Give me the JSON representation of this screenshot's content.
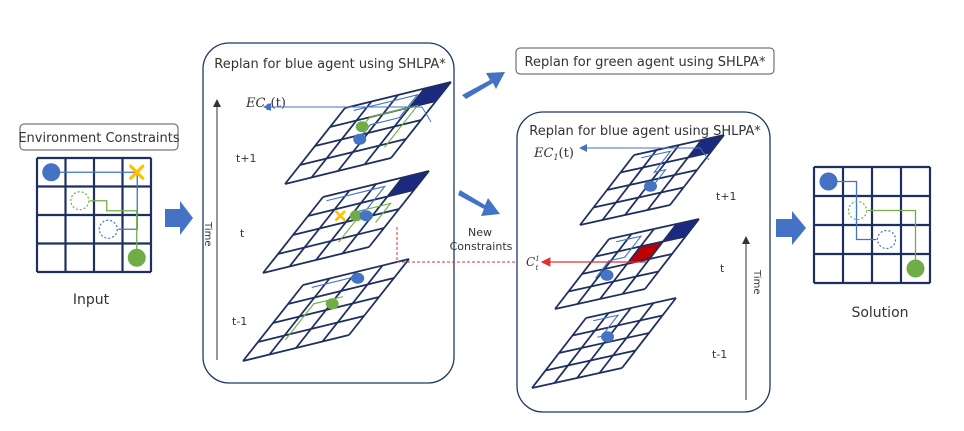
{
  "input": {
    "header": "Environment Constraints",
    "caption": "Input"
  },
  "panel_left": {
    "title": "Replan for blue agent using SHLPA*",
    "ec_main": "EC",
    "ec_sub": "1",
    "ec_tail": "(t)",
    "layers": [
      "t+1",
      "t",
      "t-1"
    ],
    "time_axis": "Time"
  },
  "green_replan": {
    "title": "Replan for green agent using SHLPA*"
  },
  "new_constraints": {
    "line1": "New",
    "line2": "Constraints"
  },
  "panel_right": {
    "title": "Replan for blue agent using SHLPA*",
    "ec_main": "EC",
    "ec_sub": "1",
    "ec_tail": "(t)",
    "constraint_main": "C",
    "constraint_sub": "t",
    "constraint_sup": "1",
    "layers": [
      "t+1",
      "t",
      "t-1"
    ],
    "time_axis": "Time"
  },
  "solution": {
    "caption": "Solution"
  },
  "colors": {
    "grid": "#1f3060",
    "navy_cell": "#1b2a80",
    "blue_agent": "#4472c4",
    "green_agent": "#70ad47",
    "constraint_x": "#ffc000",
    "conflict_red": "#c00000",
    "dashed_red": "#e03030",
    "arrow_fill": "#4472c4",
    "panel_border": "#1f3864",
    "text": "#333333"
  }
}
